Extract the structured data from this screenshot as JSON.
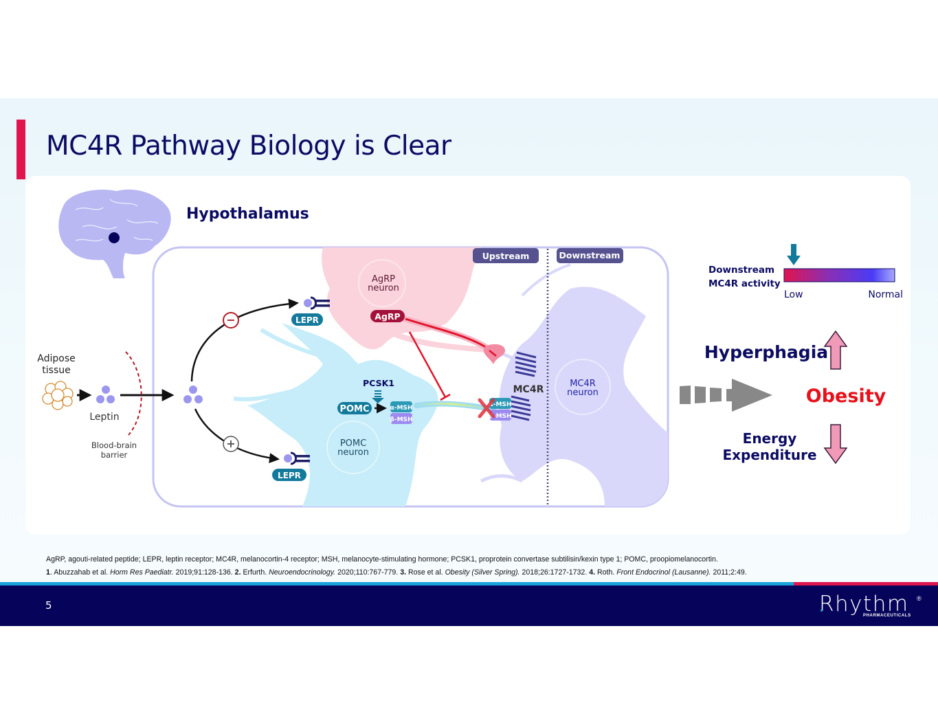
{
  "slide": {
    "title": "MC4R Pathway Biology is Clear",
    "page_number": "5"
  },
  "diagram": {
    "region_label": "Hypothalamus",
    "adipose_label_line1": "Adipose",
    "adipose_label_line2": "tissue",
    "leptin_label": "Leptin",
    "bbb_label_line1": "Blood-brain",
    "bbb_label_line2": "barrier",
    "inhibit_symbol": "−",
    "stimulate_symbol": "+",
    "lepr_top": "LEPR",
    "lepr_bottom": "LEPR",
    "upstream_tag": "Upstream",
    "downstream_tag": "Downstream",
    "agrp_neuron_line1": "AgRP",
    "agrp_neuron_line2": "neuron",
    "agrp_peptide": "AgRP",
    "pcsk1": "PCSK1",
    "pomc": "POMC",
    "alpha_msh": "α-MSH",
    "beta_msh": "β-MSH",
    "bound_alpha_msh": "α-MSH",
    "bound_beta_msh": "β-MSH",
    "pomc_neuron_line1": "POMC",
    "pomc_neuron_line2": "neuron",
    "mc4r_label": "MC4R",
    "mc4r_neuron_line1": "MC4R",
    "mc4r_neuron_line2": "neuron"
  },
  "activity_scale": {
    "label_line1": "Downstream",
    "label_line2": "MC4R activity",
    "low": "Low",
    "normal": "Normal",
    "indicator_position": "low",
    "gradient_colors": [
      "#e0144f",
      "#8a2fb4",
      "#4a3cf5",
      "#a9a9ff"
    ]
  },
  "outcomes": {
    "hyperphagia": "Hyperphagia",
    "hyperphagia_direction": "increase",
    "obesity": "Obesity",
    "energy_line1": "Energy",
    "energy_line2": "Expenditure",
    "energy_direction": "decrease"
  },
  "footnotes": {
    "abbreviations": "AgRP, agouti-related peptide; LEPR, leptin receptor; MC4R, melanocortin-4 receptor; MSH, melanocyte-stimulating hormone; PCSK1, proprotein convertase subtilisin/kexin type 1; POMC, proopiomelanocortin.",
    "ref1_num": "1",
    "ref1_text": ". Abuzzahab et al. ",
    "ref1_journal": "Horm Res Paediatr.",
    "ref1_cite": " 2019;91:128-136. ",
    "ref2_num": "2.",
    "ref2_text": " Erfurth. ",
    "ref2_journal": "Neuroendocrinology.",
    "ref2_cite": " 2020;110:767-779. ",
    "ref3_num": "3.",
    "ref3_text": " Rose et al. ",
    "ref3_journal": "Obesity (Silver Spring).",
    "ref3_cite": " 2018;26:1727-1732. ",
    "ref4_num": "4.",
    "ref4_text": " Roth. ",
    "ref4_journal": "Front Endocrinol (Lausanne).",
    "ref4_cite": " 2011;2:49."
  },
  "brand": {
    "name": "Rhythm",
    "registered": "®",
    "subtitle": "PHARMACEUTICALS"
  },
  "colors": {
    "navy": "#0b0b63",
    "accent_red": "#e0144f",
    "teal": "#137a9c",
    "obesity_red": "#e8101a",
    "lavender": "#cfcff8"
  }
}
